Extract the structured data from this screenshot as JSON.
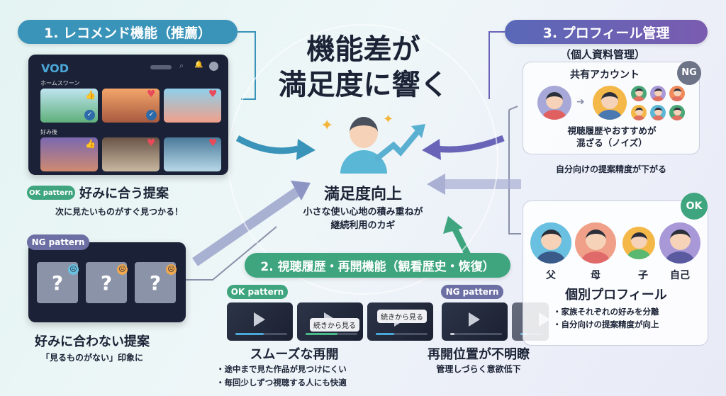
{
  "title": [
    "機能差が",
    "満足度に響く"
  ],
  "center": {
    "heading": "満足度向上",
    "sub": [
      "小さな使い心地の積み重ねが",
      "継続利用のカギ"
    ]
  },
  "section1": {
    "badge": "1. レコメンド機能（推薦）",
    "vod": {
      "logo": "VOD",
      "row1": "ホームスワーン",
      "row2": "好み後"
    },
    "ok": {
      "pill": "OK pattern",
      "title": "好みに合う提案",
      "sub": "次に見たいものがすぐ見つかる！"
    },
    "ng": {
      "pill": "NG pattern",
      "mark": "?",
      "title": "好みに合わない提案",
      "sub": "「見るものがない」印象に"
    }
  },
  "section2": {
    "badge": "2. 視聴履歴・再開機能（観看歴史・恢復）",
    "ok_pill": "OK pattern",
    "ng_pill": "NG pattern",
    "resume_label": "続きから見る",
    "progress": [
      0.55,
      0.62,
      0.35,
      0.08,
      0.3
    ],
    "ok": {
      "title": "スムーズな再開",
      "bullets": [
        "・途中まで見た作品が見つけにくい",
        "・毎回少しずつ視聴する人にも快適"
      ]
    },
    "ng": {
      "title": "再開位置が不明瞭",
      "sub": "管理しづらく意欲低下"
    }
  },
  "section3": {
    "badge": "3. プロフィール管理",
    "sub": "（個人資料管理）",
    "ng": {
      "mark": "NG",
      "title": "共有アカウント",
      "desc": [
        "視聴履歴やおすすめが",
        "混ざる（ノイズ）"
      ],
      "result": "自分向けの提案精度が下がる"
    },
    "ok": {
      "mark": "OK",
      "members": [
        "父",
        "母",
        "子",
        "自己"
      ],
      "title": "個別プロフィール",
      "bullets": [
        "・家族それぞれの好みを分離",
        "・自分向けの提案精度が向上"
      ]
    }
  },
  "colors": {
    "teal": "#3a93b8",
    "green": "#3fa57f",
    "purple": "#6a64b8",
    "navy": "#1b2238"
  }
}
